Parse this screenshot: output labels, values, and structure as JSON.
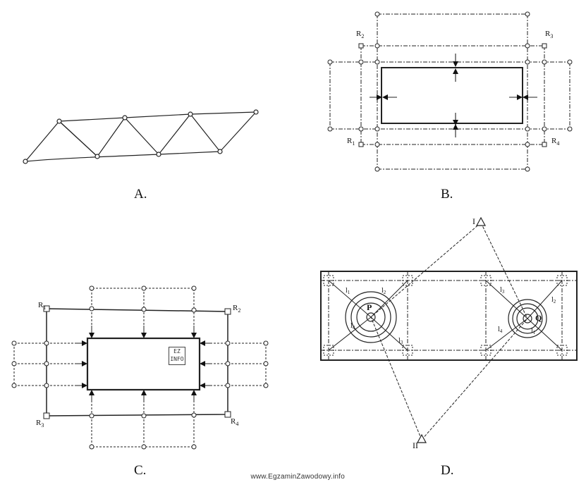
{
  "figures": {
    "a": {
      "caption": "A."
    },
    "b": {
      "caption": "B.",
      "labels": {
        "r1": "R",
        "r1_sub": "1",
        "r2": "R",
        "r2_sub": "2",
        "r3": "R",
        "r3_sub": "3",
        "r4": "R",
        "r4_sub": "4"
      }
    },
    "c": {
      "caption": "C.",
      "labels": {
        "r1": "R",
        "r1_sub": "1",
        "r2": "R",
        "r2_sub": "2",
        "r3": "R",
        "r3_sub": "3",
        "r4": "R",
        "r4_sub": "4"
      }
    },
    "d": {
      "caption": "D.",
      "stations": {
        "top": "I",
        "bottom": "II"
      },
      "points": {
        "p": "P",
        "q": "Q"
      },
      "lines": {
        "l": "l",
        "s1": "1",
        "s2": "2",
        "s3": "3",
        "s4": "4"
      }
    }
  },
  "stamp": {
    "line1": "EZ",
    "line2": "INFO"
  },
  "watermark": "www.EgzaminZawodowy.info"
}
